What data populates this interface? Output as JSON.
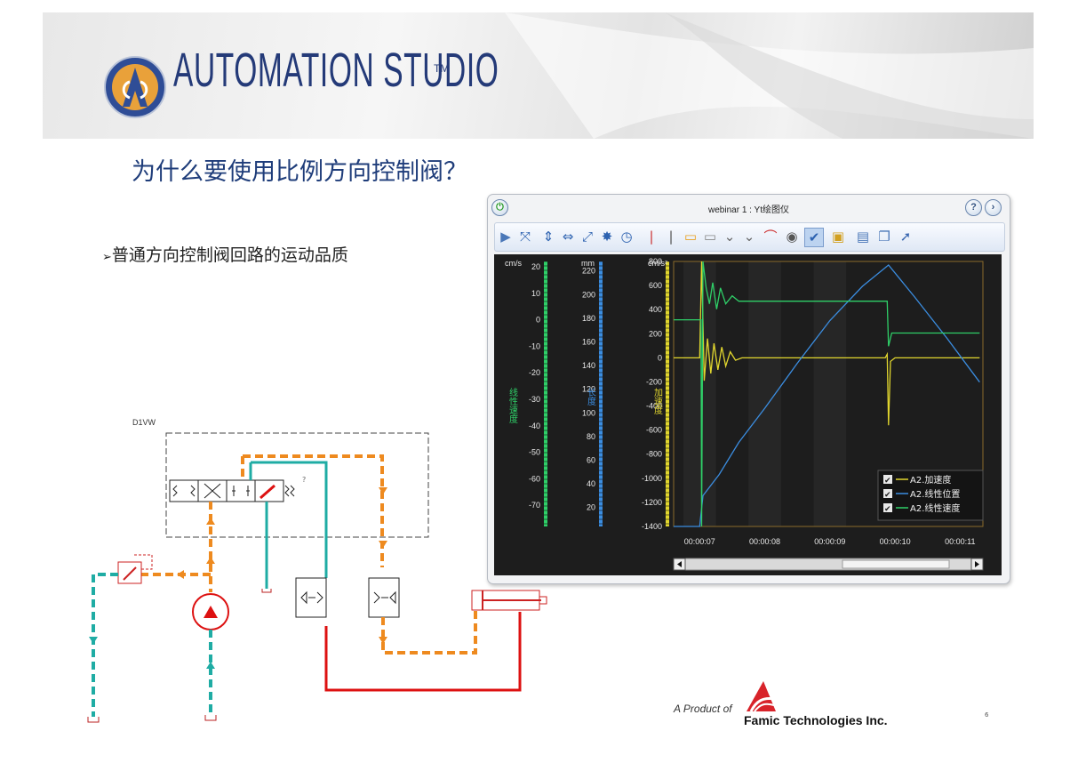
{
  "brand": {
    "name": "AUTOMATION STUDIO",
    "tm": "TM"
  },
  "slide": {
    "title": "为什么要使用比例方向控制阀？",
    "bullet_marker": "➢",
    "bullet": "普通方向控制阀回路的运动品质",
    "page_number": "6"
  },
  "diagram": {
    "component_label": "D1VW",
    "question_mark": "?"
  },
  "window": {
    "title": "webinar 1 : Yt绘图仪",
    "help_symbol": "?",
    "nav_symbol": "›",
    "power_icon": "power-icon"
  },
  "toolbar": {
    "icons": [
      "play-icon",
      "cursor-icon",
      "zoom-y-icon",
      "zoom-x-icon",
      "zoom-fit-icon",
      "zoom-all-icon",
      "timer-icon",
      "marker-add-icon",
      "marker-remove-icon",
      "comment-add-icon",
      "comment-remove-icon",
      "filter-add-icon",
      "filter-remove-icon",
      "watch-variable-icon",
      "eye-icon",
      "checklist-icon",
      "lock-icon",
      "print-icon",
      "copy-icon",
      "export-icon"
    ]
  },
  "chart_data": {
    "type": "line",
    "x_unit": "time (hh:mm:ss)",
    "x_ticks": [
      "00:00:07",
      "00:00:08",
      "00:00:09",
      "00:00:10",
      "00:00:11"
    ],
    "xlim_seconds": [
      6.6,
      11.35
    ],
    "axes": [
      {
        "unit": "cm/s",
        "title": "线性速度",
        "color": "#2fcf68",
        "ticks": [
          20,
          10,
          0,
          -10,
          -20,
          -30,
          -40,
          -50,
          -60,
          -70
        ],
        "range": [
          -78,
          22
        ]
      },
      {
        "unit": "mm",
        "title": "长度",
        "color": "#3b8de0",
        "ticks": [
          220,
          200,
          180,
          160,
          140,
          120,
          100,
          80,
          60,
          40,
          20
        ],
        "range": [
          4,
          228
        ]
      },
      {
        "unit": "cm/s²",
        "title": "加速度",
        "color": "#e1d62e",
        "ticks": [
          800,
          600,
          400,
          200,
          0,
          -200,
          -400,
          -600,
          -800,
          -1000,
          -1200,
          -1400
        ],
        "range": [
          -1400,
          800
        ]
      }
    ],
    "series": [
      {
        "name": "A2.加速度",
        "color": "#e1d62e",
        "axis": 2,
        "points": [
          [
            6.6,
            0
          ],
          [
            7.0,
            0
          ],
          [
            7.03,
            800
          ],
          [
            7.07,
            -190
          ],
          [
            7.12,
            160
          ],
          [
            7.17,
            -130
          ],
          [
            7.22,
            120
          ],
          [
            7.28,
            -100
          ],
          [
            7.34,
            90
          ],
          [
            7.4,
            -70
          ],
          [
            7.47,
            50
          ],
          [
            7.55,
            -20
          ],
          [
            7.65,
            0
          ],
          [
            9.85,
            0
          ],
          [
            9.88,
            30
          ],
          [
            9.9,
            -560
          ],
          [
            9.93,
            -30
          ],
          [
            10.0,
            0
          ],
          [
            11.3,
            0
          ]
        ]
      },
      {
        "name": "A2.线性位置",
        "color": "#3b8de0",
        "axis": 1,
        "points": [
          [
            6.6,
            4
          ],
          [
            7.0,
            4
          ],
          [
            7.05,
            30
          ],
          [
            7.3,
            48
          ],
          [
            7.6,
            75
          ],
          [
            8.0,
            104
          ],
          [
            8.5,
            142
          ],
          [
            9.0,
            178
          ],
          [
            9.5,
            207
          ],
          [
            9.9,
            225
          ],
          [
            10.3,
            198
          ],
          [
            10.8,
            163
          ],
          [
            11.3,
            126
          ]
        ]
      },
      {
        "name": "A2.线性速度",
        "color": "#2fcf68",
        "axis": 0,
        "points": [
          [
            6.6,
            0
          ],
          [
            7.02,
            0
          ],
          [
            7.03,
            -78
          ],
          [
            7.05,
            22
          ],
          [
            7.1,
            12
          ],
          [
            7.15,
            6
          ],
          [
            7.2,
            14
          ],
          [
            7.26,
            4
          ],
          [
            7.32,
            12
          ],
          [
            7.4,
            6
          ],
          [
            7.5,
            9
          ],
          [
            7.6,
            7
          ],
          [
            9.88,
            7
          ],
          [
            9.9,
            -10
          ],
          [
            9.95,
            -5
          ],
          [
            11.3,
            -5
          ]
        ]
      }
    ],
    "legend_position": "bottom-right",
    "grid": "vertical bands"
  },
  "footer": {
    "product_prefix": "A Product of",
    "company": "Famic Technologies Inc."
  }
}
